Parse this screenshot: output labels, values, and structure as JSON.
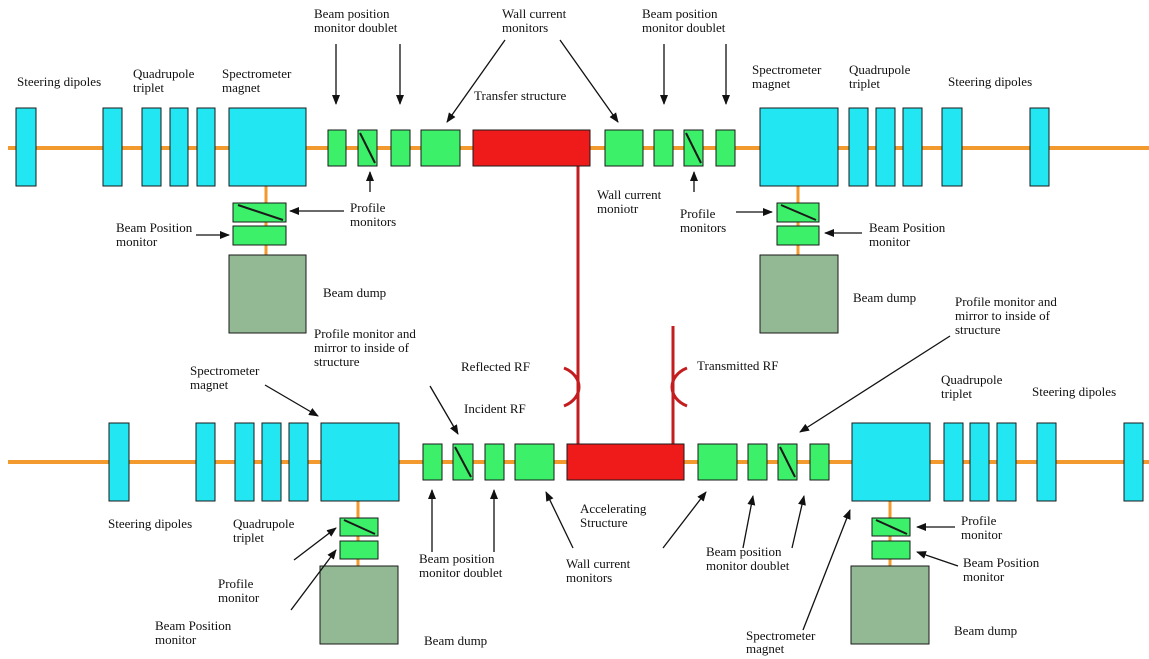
{
  "colors": {
    "beamline": "#f39a2e",
    "magnet": "#22e6f2",
    "monitor": "#3cf06a",
    "structure": "#ef1b1b",
    "dump": "#93b894",
    "waveguide": "#c31d20",
    "outline": "#1a1a1a",
    "arrow": "#111111"
  },
  "labels": {
    "steering_dipoles_top_left": "Steering dipoles",
    "quadrupole_triplet_top_left": [
      "Quadrupole",
      "triplet"
    ],
    "spectrometer_magnet_top_left": [
      "Spectrometer",
      "magnet"
    ],
    "beam_position_doublet_top_left": [
      "Beam position",
      "monitor doublet"
    ],
    "wall_current_monitors_top": [
      "Wall current",
      "monitors"
    ],
    "transfer_structure": "Transfer structure",
    "beam_position_doublet_top_right": [
      "Beam position",
      "monitor doublet"
    ],
    "spectrometer_magnet_top_right": [
      "Spectrometer",
      "magnet"
    ],
    "quadrupole_triplet_top_right": [
      "Quadrupole",
      "triplet"
    ],
    "steering_dipoles_top_right": "Steering dipoles",
    "profile_monitors_top_left": [
      "Profile",
      "monitors"
    ],
    "beam_position_monitor_top_left": [
      "Beam Position",
      "monitor"
    ],
    "wall_current_monitor_top_right": [
      "Wall current",
      "moniotr"
    ],
    "profile_monitors_top_right": [
      "Profile",
      "monitors"
    ],
    "beam_position_monitor_top_right": [
      "Beam Position",
      "monitor"
    ],
    "beam_dump_top_left": "Beam dump",
    "beam_dump_top_right": "Beam dump",
    "profile_mirror_bottom_left": [
      "Profile monitor and",
      "mirror to inside of",
      "structure"
    ],
    "profile_mirror_right": [
      "Profile monitor and",
      "mirror to inside of",
      "structure"
    ],
    "spectrometer_magnet_bottom_left": [
      "Spectrometer",
      "magnet"
    ],
    "reflected_rf": "Reflected RF",
    "incident_rf": "Incident RF",
    "transmitted_rf": "Transmitted RF",
    "quadrupole_triplet_bottom_right": [
      "Quadrupole",
      "triplet"
    ],
    "steering_dipoles_bottom_right": "Steering dipoles",
    "steering_dipoles_bottom_left": "Steering dipoles",
    "quadrupole_triplet_bottom_left": [
      "Quadrupole",
      "triplet"
    ],
    "accelerating_structure": [
      "Accelerating",
      "Structure"
    ],
    "beam_position_doublet_bottom_left": [
      "Beam position",
      "monitor doublet"
    ],
    "wall_current_monitors_bottom": [
      "Wall current",
      "monitors"
    ],
    "beam_position_doublet_bottom_right": [
      "Beam position",
      "monitor doublet"
    ],
    "profile_monitor_bottom_left": [
      "Profile",
      "monitor"
    ],
    "beam_position_monitor_bottom_left": [
      "Beam Position",
      "monitor"
    ],
    "profile_monitor_bottom_right": [
      "Profile",
      "monitor"
    ],
    "beam_position_monitor_bottom_right": [
      "Beam Position",
      "monitor"
    ],
    "beam_dump_bottom_left": "Beam dump",
    "beam_dump_bottom_right": "Beam dump",
    "spectrometer_magnet_bottom_right": [
      "Spectrometer",
      "magnet"
    ]
  }
}
